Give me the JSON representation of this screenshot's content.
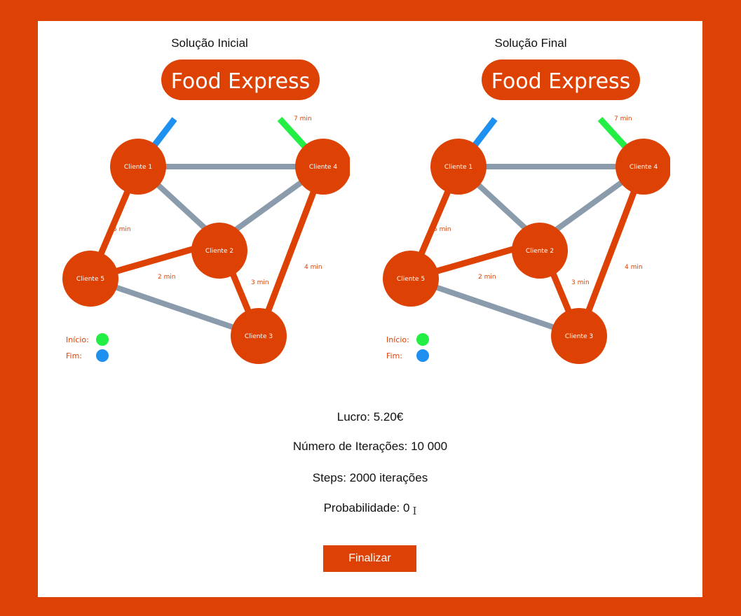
{
  "colors": {
    "background": "#DD4204",
    "card": "#FFFFFF",
    "node": "#DD4204",
    "edge_route": "#DD4204",
    "edge_unused": "#8A9BAC",
    "start": "#22EE44",
    "end": "#1E90F0"
  },
  "panels": [
    {
      "title": "Solução Inicial",
      "depot": "Food Express",
      "nodes": {
        "c1": "Cliente 1",
        "c2": "Cliente 2",
        "c3": "Cliente 3",
        "c4": "Cliente 4",
        "c5": "Cliente 5"
      },
      "edge_labels": {
        "fe_c4": "7 min",
        "c1_c5": "5 min",
        "c5_c2": "2 min",
        "c2_c3": "3 min",
        "c3_c4": "4 min"
      },
      "legend": {
        "start": "Início:",
        "end": "Fim:"
      }
    },
    {
      "title": "Solução Final",
      "depot": "Food Express",
      "nodes": {
        "c1": "Cliente 1",
        "c2": "Cliente 2",
        "c3": "Cliente 3",
        "c4": "Cliente 4",
        "c5": "Cliente 5"
      },
      "edge_labels": {
        "fe_c4": "7 min",
        "c1_c5": "5 min",
        "c5_c2": "2 min",
        "c2_c3": "3 min",
        "c3_c4": "4 min"
      },
      "legend": {
        "start": "Início:",
        "end": "Fim:"
      }
    }
  ],
  "stats": {
    "lucro": "Lucro: 5.20€",
    "iteracoes": "Número de Iterações: 10 000",
    "steps": "Steps: 2000 iterações",
    "probabilidade": "Probabilidade: 0"
  },
  "actions": {
    "finalize_label": "Finalizar"
  }
}
